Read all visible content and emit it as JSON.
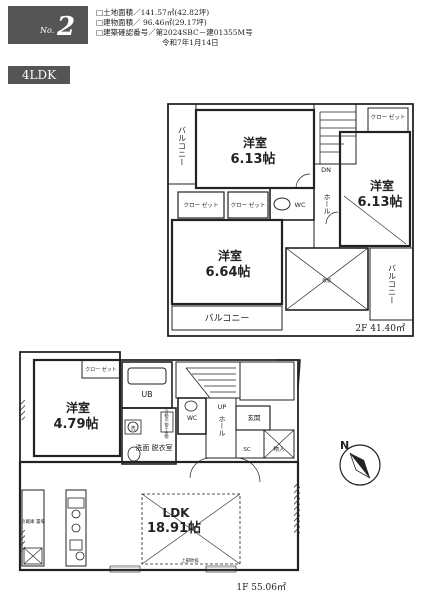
{
  "header": {
    "badge_prefix": "No.",
    "badge_number": "2",
    "land_area": "□土地面積／141.57㎡(42.82坪)",
    "building_area": "□建物面積／ 96.46㎡(29.17坪)",
    "permit": "□建築確認番号／第2024SBC－建01355M号",
    "permit_date": "令和7年1月14日",
    "layout": "4LDK"
  },
  "floor2": {
    "area_label": "2F 41.40㎡",
    "rooms": [
      {
        "name": "洋室",
        "size": "6.13帖"
      },
      {
        "name": "洋室",
        "size": "6.13帖"
      },
      {
        "name": "洋室",
        "size": "6.64帖"
      }
    ],
    "balcony_left": "バルコニー",
    "balcony_bottom": "バルコニー",
    "balcony_right": "バルコニー",
    "closets": [
      "クロー ゼット",
      "クロー ゼット",
      "クロー ゼット"
    ],
    "wc": "WC",
    "hall": "ホール",
    "dn": "DN",
    "void": "吹抜"
  },
  "floor1": {
    "area_label": "1F 55.06㎡",
    "room": {
      "name": "洋室",
      "size": "4.79帖"
    },
    "ldk": {
      "name": "LDK",
      "size": "18.91帖"
    },
    "closet": "クロー ゼット",
    "ub": "UB",
    "wc": "WC",
    "up": "UP",
    "hall": "ホール",
    "entrance": "玄関",
    "washroom": "洗面 脱衣室",
    "shoe": "SC",
    "storage": "物入",
    "laundry_rack": "可動式 物干金物",
    "upper_void": "上部吹抜",
    "fridge": "冷蔵庫 置場",
    "washer": "洗"
  },
  "compass": {
    "label": "N"
  }
}
